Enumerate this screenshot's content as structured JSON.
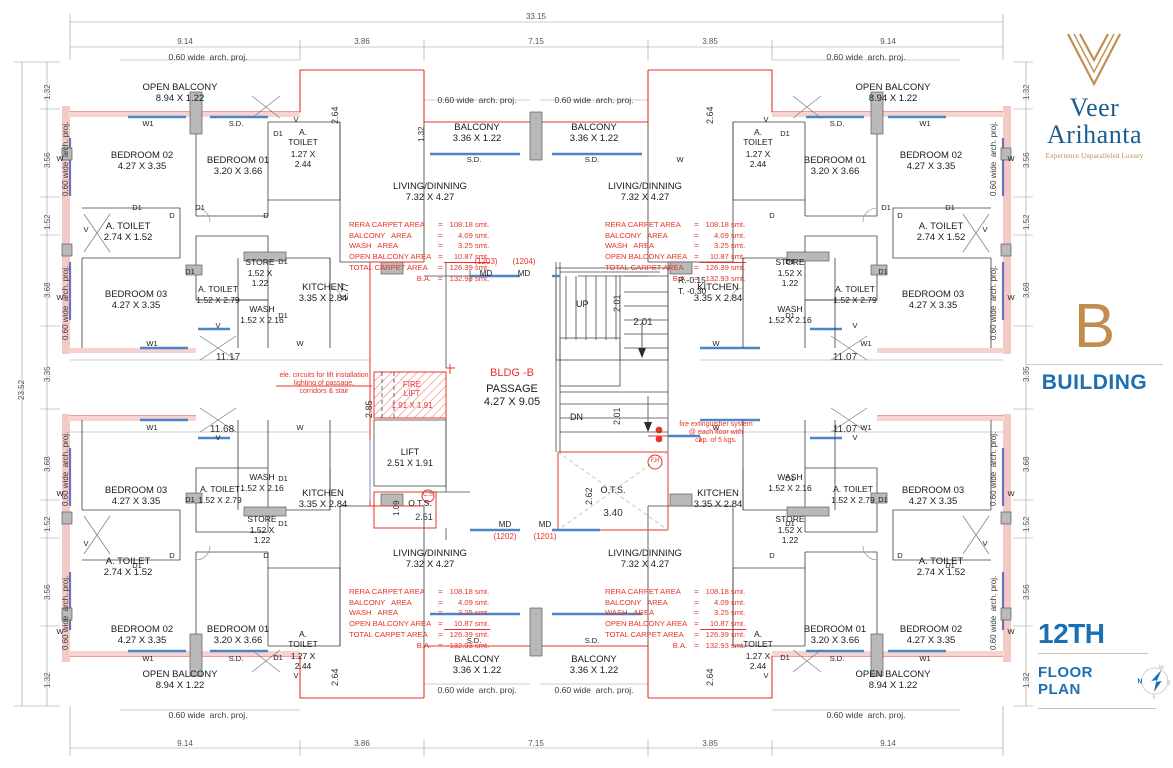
{
  "sheet": {
    "drawing_type": "architectural-floor-plan",
    "building_tag": "B",
    "building_word": "BUILDING",
    "floor_number": "12TH",
    "floor_word": "FLOOR PLAN",
    "brand_line1": "Veer",
    "brand_line2": "Arihanta",
    "brand_tagline": "Experience Unparalleled Luxury",
    "compass": {
      "n": "N",
      "e": "E",
      "w": "W",
      "s": "S"
    }
  },
  "overall_dims": {
    "top_total": "33.15",
    "top_segments": [
      "9.14",
      "3.86",
      "7.15",
      "3.85",
      "9.14"
    ],
    "bottom_segments": [
      "9.14",
      "3.86",
      "7.15",
      "3.85",
      "9.14"
    ],
    "left_total": "23.52",
    "left_segments": [
      "1.32",
      "3.56",
      "1.52",
      "3.68",
      "3.35",
      "3.68",
      "1.52",
      "3.56",
      "1.32"
    ],
    "right_segments": [
      "1.32",
      "3.56",
      "1.52",
      "3.68",
      "3.35",
      "3.68",
      "1.52",
      "3.56",
      "1.32"
    ],
    "inner_top_left": "11.17",
    "inner_top_right": "11.07",
    "inner_bottom_left": "11.68",
    "inner_bottom_right": "11.07",
    "balcony_depth_top": "2.64",
    "balcony_depth_bottom": "2.64",
    "bal_small": "1.32",
    "kitchen_offset": "2.77",
    "passage_offset": "2.85",
    "ots_small": "1.09",
    "ots_width": "2.51",
    "ots_height": "2.62",
    "ots_span": "3.40",
    "stair_run_a": "2.01",
    "stair_run_b": "2.01",
    "stair_run_c": "2.01"
  },
  "notes": {
    "arch_proj": "0.60 wide  arch. proj.",
    "arch_proj_vert": "0.60 wide  arch. proj.",
    "lift_electrical": "ele. circuits for lift installation\nlighting of passage,\ncorridors & stair",
    "fire_ext": "fire extinguisher system\n@ each floor with\ncap. of 5 kgs.",
    "riser": "R.-0.15",
    "tread": "T. -0.30",
    "up": "UP",
    "dn": "DN"
  },
  "core": {
    "bldg_label": "BLDG -B",
    "passage_name": "PASSAGE",
    "passage_dim": "4.27 X 9.05",
    "fire_lift_name": "FIRE\nLIFT",
    "fire_lift_dim": "1.91 X 1.91",
    "lift_name": "LIFT",
    "lift_dim": "2.51 X 1.91",
    "ots_label": "O.T.S.",
    "ots_dim_small": "2.51",
    "cs_tag": "C.S",
    "fh_tag": "F.H"
  },
  "area_schedule": {
    "rows": [
      {
        "label": "RERA CARPET AREA",
        "eq": "=",
        "value": "108.18 smt."
      },
      {
        "label": "BALCONY   AREA",
        "eq": "=",
        "value": "4.09 smt."
      },
      {
        "label": "WASH   AREA",
        "eq": "=",
        "value": "3.25 smt."
      },
      {
        "label": "OPEN BALCONY AREA",
        "eq": "=",
        "value": "10.87 smt."
      },
      {
        "label": "TOTAL CARPET AREA",
        "eq": "=",
        "value": "126.39 smt."
      },
      {
        "label": "B.A.",
        "eq": "=",
        "value": "132.93 smt."
      }
    ]
  },
  "unit_numbers": {
    "top_left": "(1203)",
    "top_right": "(1204)",
    "bottom_left": "(1202)",
    "bottom_right": "(1201)",
    "md": "MD"
  },
  "rooms": {
    "open_balcony": {
      "name": "OPEN BALCONY",
      "dim": "8.94 X 1.22"
    },
    "bedroom01": {
      "name": "BEDROOM 01",
      "dim": "3.20 X 3.66"
    },
    "bedroom02": {
      "name": "BEDROOM 02",
      "dim": "4.27 X 3.35"
    },
    "bedroom03": {
      "name": "BEDROOM 03",
      "dim": "4.27 X 3.35"
    },
    "a_toilet_small": {
      "name": "A.\nTOILET",
      "dim": "1.27 X\n2.44"
    },
    "a_toilet_mid": {
      "name": "A. TOILET",
      "dim": "2.74 X 1.52"
    },
    "a_toilet_kitchen": {
      "name": "A. TOILET",
      "dim": "1.52 X 2.79"
    },
    "store": {
      "name": "STORE",
      "dim": "1.52 X\n1.22"
    },
    "wash": {
      "name": "WASH",
      "dim": "1.52 X 2.16"
    },
    "kitchen": {
      "name": "KITCHEN",
      "dim": "3.35 X 2.84"
    },
    "living": {
      "name": "LIVING/DINNING",
      "dim": "7.32 X 4.27"
    },
    "balcony": {
      "name": "BALCONY",
      "dim": "3.36 X 1.22"
    }
  },
  "door_window_tags": {
    "w": "W",
    "w1": "W1",
    "d": "D",
    "d1": "D1",
    "sd": "S.D.",
    "v": "V"
  }
}
